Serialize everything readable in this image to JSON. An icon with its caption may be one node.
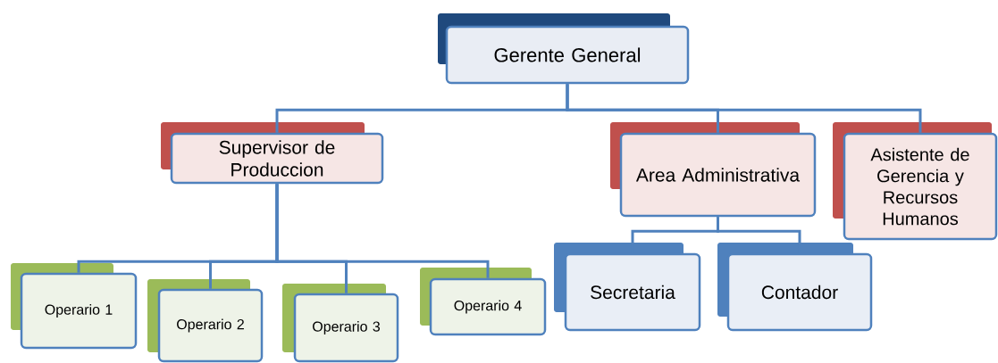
{
  "diagram": {
    "nodes": [
      {
        "text": [
          "Gerente General"
        ]
      },
      {
        "text": [
          "Supervisor de Produccion"
        ]
      },
      {
        "text": [
          "Area Administrativa"
        ]
      },
      {
        "text": [
          "Asistente de Gerencia y Recursos Humanos"
        ]
      },
      {
        "text": [
          "Operario 1"
        ]
      },
      {
        "text": [
          "Operario 2"
        ]
      },
      {
        "text": [
          "Operario 3"
        ]
      },
      {
        "text": [
          "Operario 4"
        ]
      },
      {
        "text": [
          "Secretaria"
        ]
      },
      {
        "text": [
          "Contador"
        ]
      }
    ],
    "edges": [
      {
        "from": 0,
        "to": 1,
        "arrow": "none"
      },
      {
        "from": 0,
        "to": 2,
        "arrow": "none"
      },
      {
        "from": 0,
        "to": 3,
        "arrow": "none"
      },
      {
        "from": 1,
        "to": 4,
        "arrow": "none"
      },
      {
        "from": 1,
        "to": 5,
        "arrow": "none"
      },
      {
        "from": 1,
        "to": 6,
        "arrow": "none"
      },
      {
        "from": 1,
        "to": 7,
        "arrow": "none"
      },
      {
        "from": 2,
        "to": 8,
        "arrow": "none"
      },
      {
        "from": 2,
        "to": 9,
        "arrow": "none"
      }
    ]
  }
}
